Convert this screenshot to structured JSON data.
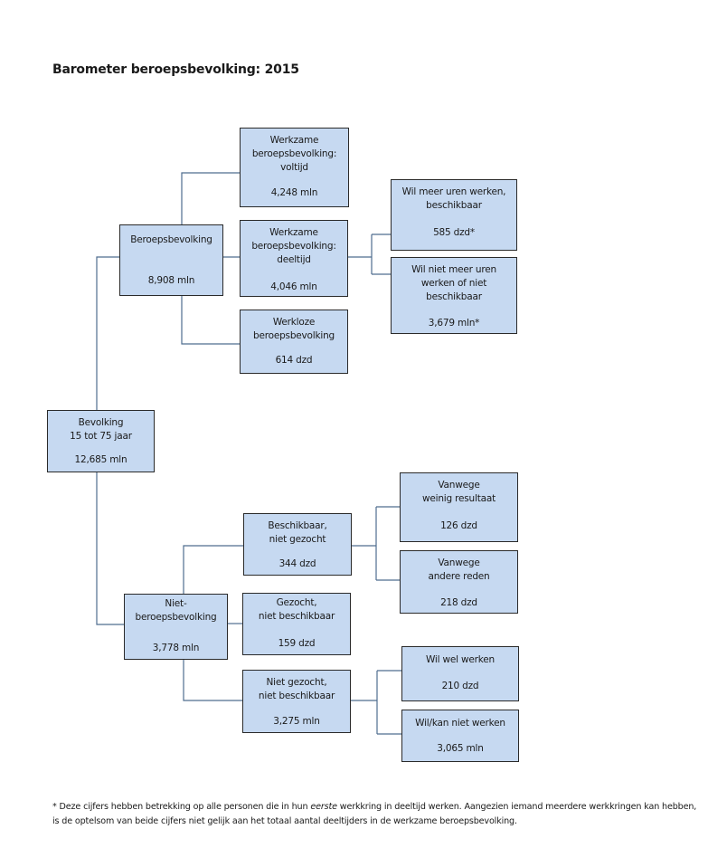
{
  "title": "Barometer beroepsbevolking: 2015",
  "colors": {
    "box_fill": "#c6d9f1",
    "box_border": "#2a2a2a",
    "connector": "#4f6d8f"
  },
  "nodes": {
    "bevolking": {
      "label": "Bevolking\n15 tot 75 jaar",
      "value": "12,685 mln"
    },
    "beroepsbevolking": {
      "label": "Beroepsbevolking",
      "value": "8,908 mln"
    },
    "werkzaam_voltijd": {
      "label": "Werkzame\nberoepsbevolking:\nvoltijd",
      "value": "4,248 mln"
    },
    "werkzaam_deeltijd": {
      "label": "Werkzame\nberoepsbevolking:\ndeeltijd",
      "value": "4,046 mln"
    },
    "werkloos": {
      "label": "Werkloze\nberoepsbevolking",
      "value": "614 dzd"
    },
    "meer_uren": {
      "label": "Wil meer uren werken,\nbeschikbaar",
      "value": "585 dzd*"
    },
    "niet_meer_uren": {
      "label": "Wil niet meer uren\nwerken of niet\nbeschikbaar",
      "value": "3,679 mln*"
    },
    "niet_beroeps": {
      "label": "Niet-\nberoepsbevolking",
      "value": "3,778 mln"
    },
    "beschikbaar_niet_gezocht": {
      "label": "Beschikbaar,\nniet gezocht",
      "value": "344 dzd"
    },
    "weinig_resultaat": {
      "label": "Vanwege\nweinig resultaat",
      "value": "126 dzd"
    },
    "andere_reden": {
      "label": "Vanwege\nandere reden",
      "value": "218 dzd"
    },
    "gezocht_niet_beschikbaar": {
      "label": "Gezocht,\nniet beschikbaar",
      "value": "159 dzd"
    },
    "niet_gezocht_niet_beschikbaar": {
      "label": "Niet gezocht,\nniet beschikbaar",
      "value": "3,275 mln"
    },
    "wil_wel": {
      "label": "Wil wel werken",
      "value": "210 dzd"
    },
    "wil_kan_niet": {
      "label": "Wil/kan niet werken",
      "value": "3,065 mln"
    }
  },
  "footnote": {
    "part1": "* Deze cijfers hebben betrekking op alle personen die in hun ",
    "emphasis": "eerste",
    "part2": " werkkring in deeltijd werken. Aangezien iemand meerdere werkkringen kan hebben, is de optelsom van beide cijfers niet gelijk aan het totaal aantal deeltijders in de werkzame beroepsbevolking."
  }
}
